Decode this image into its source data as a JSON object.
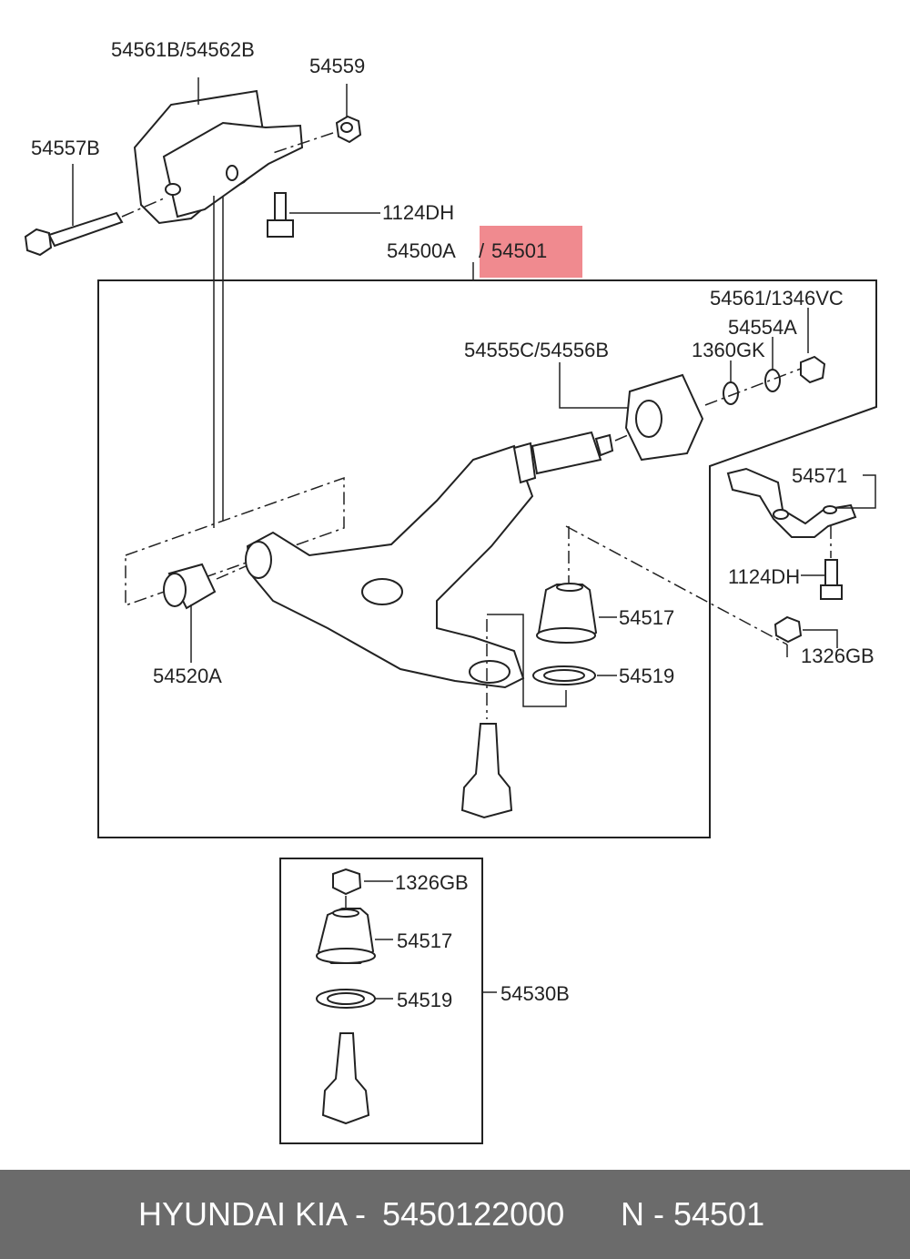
{
  "labels": {
    "bracket_part": "54561B/54562B",
    "nut_top": "54559",
    "long_bolt": "54557B",
    "bracket_bolt": "1124DH",
    "assembly_a": "54500A",
    "assembly_sep": "/",
    "assembly_b": "54501",
    "rear_nut_kit": "54561/1346VC",
    "rear_washer_a": "54554A",
    "rear_washer_gk": "1360GK",
    "rear_bushing": "54555C/54556B",
    "stab_clamp": "54571",
    "clamp_bolt": "1124DH",
    "clamp_nut": "1326GB",
    "dust_boot": "54517",
    "ring_washer": "54519",
    "front_bushing": "54520A",
    "kit_nut": "1326GB",
    "kit_boot": "54517",
    "kit_washer": "54519",
    "kit_assembly": "54530B"
  },
  "highlight_color": "#f08a8f",
  "footer": {
    "brand": "HYUNDAI  KIA -",
    "part_number": "5450122000",
    "n_code": "N - 54501"
  }
}
